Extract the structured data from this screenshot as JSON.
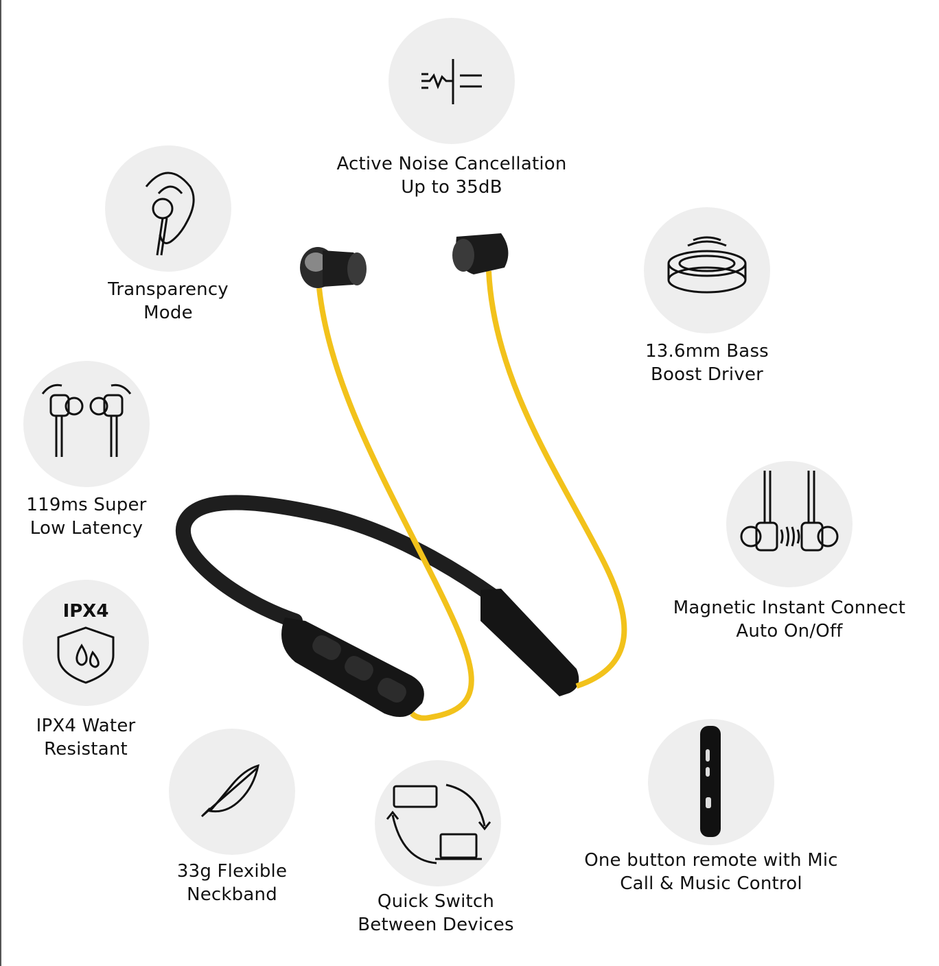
{
  "features": {
    "anc": {
      "line1": "Active Noise Cancellation",
      "line2": "Up to 35dB",
      "icon": "noise-cancellation-icon"
    },
    "transparency": {
      "line1": "Transparency",
      "line2": "Mode",
      "icon": "ear-icon"
    },
    "bass": {
      "line1": "13.6mm Bass",
      "line2": "Boost Driver",
      "icon": "driver-icon"
    },
    "latency": {
      "line1": "119ms Super",
      "line2": "Low Latency",
      "icon": "earbuds-icon"
    },
    "magnetic": {
      "line1": "Magnetic Instant Connect",
      "line2": "Auto On/Off",
      "icon": "magnet-earbuds-icon"
    },
    "ipx4": {
      "badge": "IPX4",
      "line1": "IPX4 Water",
      "line2": "Resistant",
      "icon": "water-shield-icon"
    },
    "neckband": {
      "line1": "33g Flexible",
      "line2": "Neckband",
      "icon": "feather-icon"
    },
    "quickswitch": {
      "line1": "Quick Switch",
      "line2": "Between Devices",
      "icon": "device-switch-icon"
    },
    "remote": {
      "line1": "One button remote with Mic",
      "line2": "Call & Music Control",
      "icon": "remote-icon"
    }
  },
  "colors": {
    "circle": "#eeeeee",
    "cable": "#f2c21b",
    "body": "#1a1a1a"
  }
}
